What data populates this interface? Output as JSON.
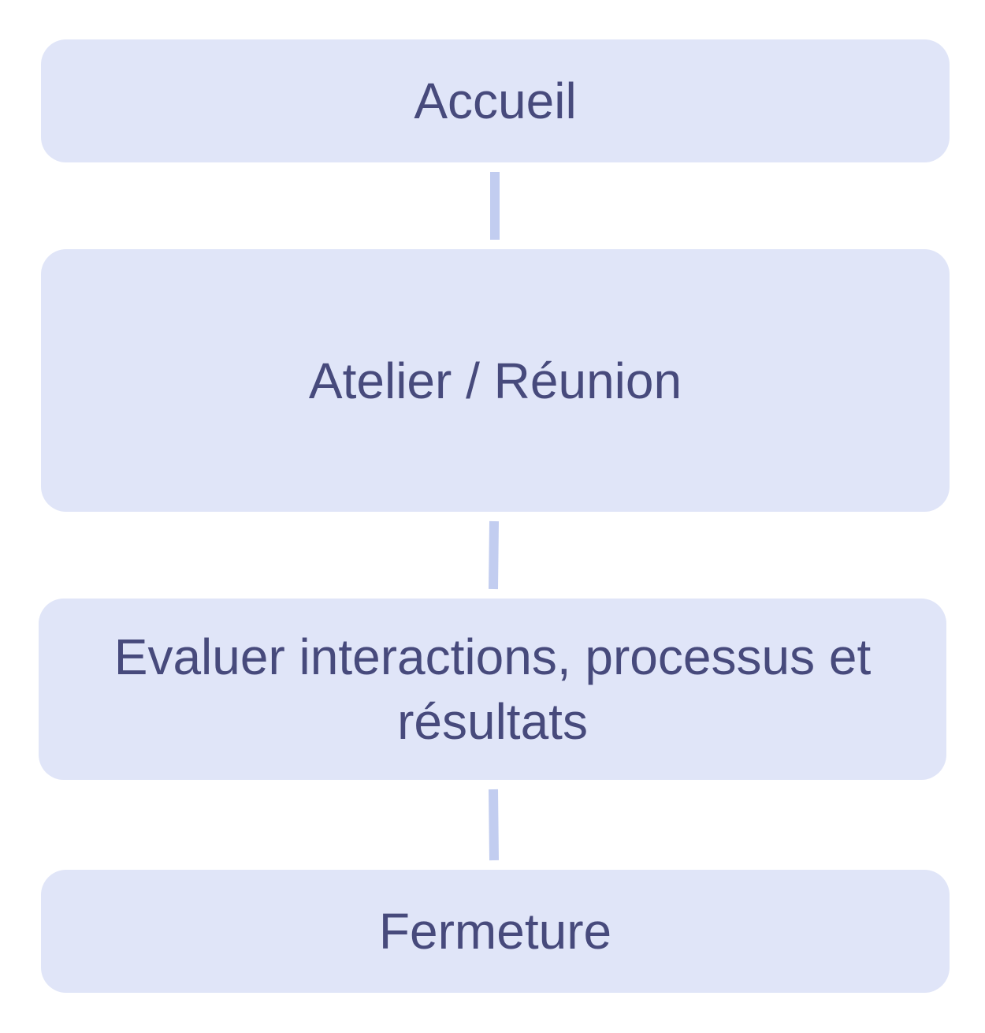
{
  "diagram": {
    "type": "vertical-flow",
    "nodes": [
      {
        "id": "accueil",
        "label": "Accueil"
      },
      {
        "id": "atelier",
        "label": "Atelier / Réunion"
      },
      {
        "id": "evaluer",
        "label": "Evaluer interactions, processus et résultats"
      },
      {
        "id": "fermeture",
        "label": "Fermeture"
      }
    ],
    "edges": [
      {
        "from": "accueil",
        "to": "atelier"
      },
      {
        "from": "atelier",
        "to": "evaluer"
      },
      {
        "from": "evaluer",
        "to": "fermeture"
      }
    ],
    "colors": {
      "node_fill": "#e0e5f8",
      "node_text": "#474a7c",
      "connector": "#c2cdf0"
    }
  }
}
